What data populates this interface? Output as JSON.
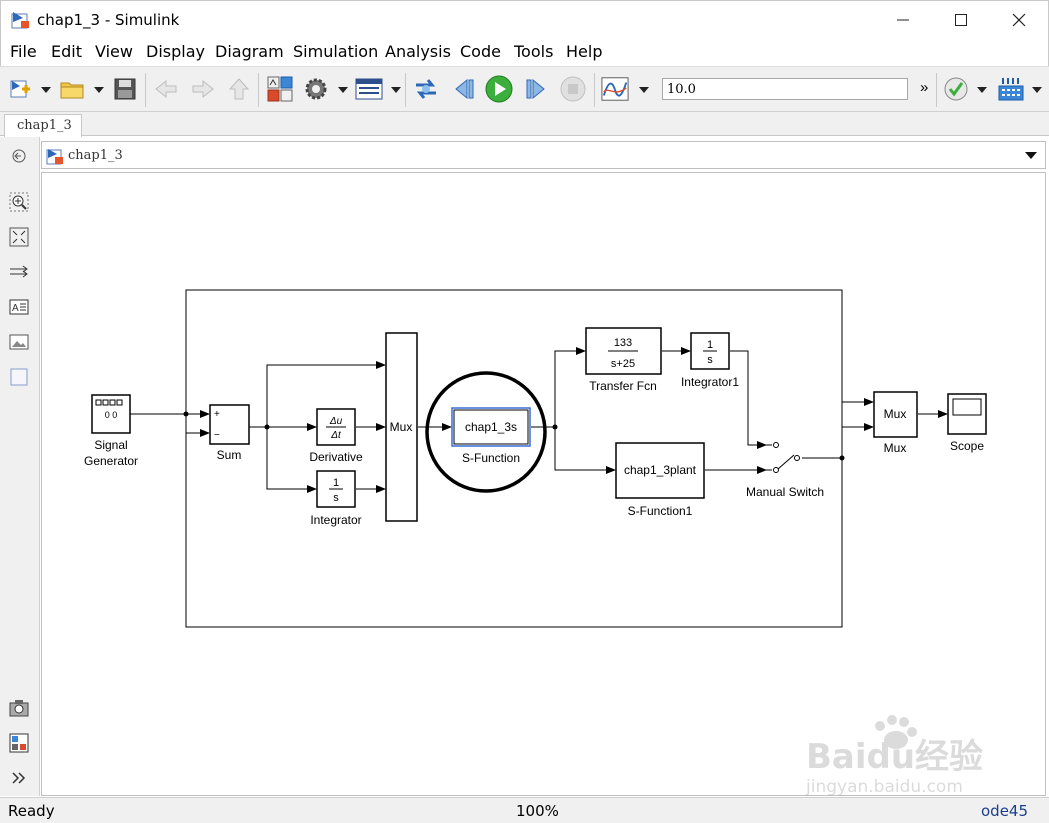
{
  "window": {
    "title": "chap1_3 - Simulink"
  },
  "menu": [
    "File",
    "Edit",
    "View",
    "Display",
    "Diagram",
    "Simulation",
    "Analysis",
    "Code",
    "Tools",
    "Help"
  ],
  "toolbar": {
    "stop_time": "10.0",
    "more": "»"
  },
  "tabs": [
    {
      "label": "chap1_3"
    }
  ],
  "address": {
    "path": "chap1_3"
  },
  "diagram": {
    "blocks": {
      "signal_generator": {
        "name": "Signal\nGenerator",
        "name_line1": "Signal",
        "name_line2": "Generator",
        "content": "0 0"
      },
      "sum": {
        "name": "Sum",
        "plus": "+",
        "minus": "−"
      },
      "derivative": {
        "name": "Derivative",
        "num": "Δu",
        "den": "Δt"
      },
      "integrator": {
        "name": "Integrator",
        "num": "1",
        "den": "s"
      },
      "mux": {
        "name": "",
        "content": "Mux"
      },
      "s_function": {
        "name": "S-Function",
        "content": "chap1_3s"
      },
      "transfer_fcn": {
        "name": "Transfer Fcn",
        "num": "133",
        "den": "s+25"
      },
      "integrator1": {
        "name": "Integrator1",
        "num": "1",
        "den": "s"
      },
      "s_function1": {
        "name": "S-Function1",
        "content": "chap1_3plant"
      },
      "manual_switch": {
        "name": "Manual Switch"
      },
      "mux2": {
        "name": "Mux",
        "content": "Mux"
      },
      "scope": {
        "name": "Scope"
      }
    },
    "highlight_color": "#000000",
    "selected_color": "#3a6fd8"
  },
  "status": {
    "state": "Ready",
    "zoom": "100%",
    "solver": "ode45"
  },
  "watermark": {
    "brand": "Baidu经验",
    "url": "jingyan.baidu.com"
  }
}
